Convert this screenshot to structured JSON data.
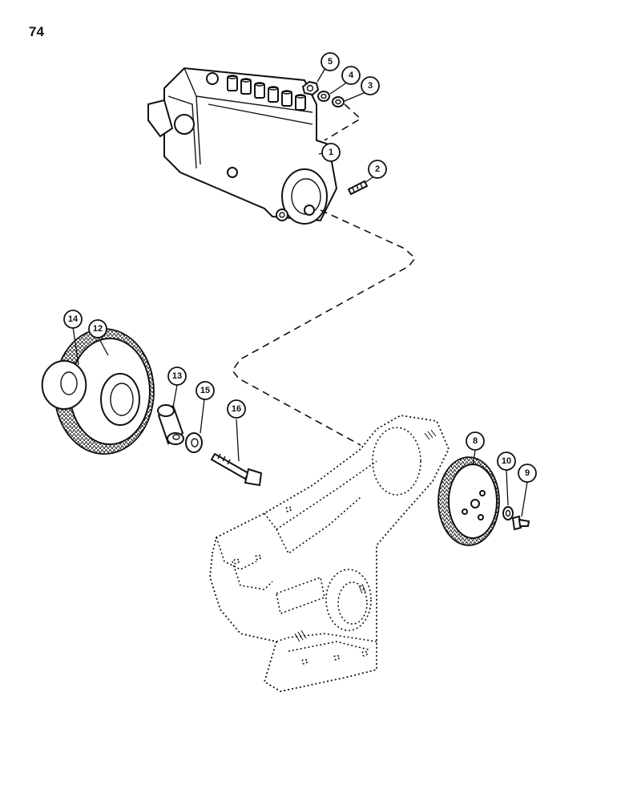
{
  "page_number": "74",
  "callouts": [
    {
      "id": "1",
      "label": "1"
    },
    {
      "id": "2",
      "label": "2"
    },
    {
      "id": "3",
      "label": "3"
    },
    {
      "id": "4",
      "label": "4"
    },
    {
      "id": "5",
      "label": "5"
    },
    {
      "id": "8",
      "label": "8"
    },
    {
      "id": "9",
      "label": "9"
    },
    {
      "id": "10",
      "label": "10"
    },
    {
      "id": "12",
      "label": "12"
    },
    {
      "id": "13",
      "label": "13"
    },
    {
      "id": "14",
      "label": "14"
    },
    {
      "id": "15",
      "label": "15"
    },
    {
      "id": "16",
      "label": "16"
    }
  ]
}
